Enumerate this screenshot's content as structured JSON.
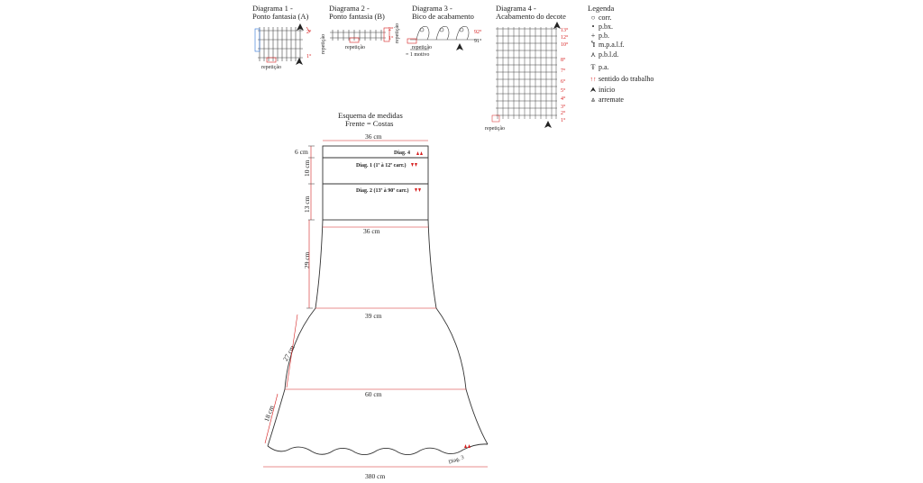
{
  "diagrams": [
    {
      "title": "Diagrama 1 -",
      "subtitle": "Ponto fantasia (A)",
      "repeat_label": "repetição",
      "marks": [
        "2°",
        "1°"
      ],
      "side_text": "repetição"
    },
    {
      "title": "Diagrama 2 -",
      "subtitle": "Ponto fantasia (B)",
      "repeat_label": "repetição",
      "marks": [
        "2°",
        "1°"
      ],
      "side_text": "repetição"
    },
    {
      "title": "Diagrama 3 -",
      "subtitle": "Bico de acabamento",
      "repeat_label": "repetição",
      "motif_label": "= 1 motivo",
      "marks": [
        "92°",
        "91°"
      ]
    },
    {
      "title": "Diagrama 4 -",
      "subtitle": "Acabamento do decote",
      "repeat_label": "repetição",
      "marks": [
        "13°",
        "12°",
        "10°",
        "8°",
        "7°",
        "6°",
        "5°",
        "4°",
        "3°",
        "2°",
        "1°"
      ]
    }
  ],
  "legend": {
    "title": "Legenda",
    "items": [
      {
        "symbol": "○",
        "label": "corr."
      },
      {
        "symbol": "•",
        "label": "p.bx."
      },
      {
        "symbol": "+",
        "label": "p.b."
      },
      {
        "symbol": "Ⴈ",
        "label": "m.p.a.l.f."
      },
      {
        "symbol": "⋏",
        "label": "p.b.l.d."
      },
      {
        "symbol": "Ŧ",
        "label": "p.a."
      },
      {
        "symbol": "↑↑",
        "label": "sentido do trabalho",
        "color": "#d62020"
      },
      {
        "symbol": "⮝",
        "label": "início"
      },
      {
        "symbol": "⩓",
        "label": "arremate"
      }
    ]
  },
  "schema": {
    "title": "Esquema de medidas",
    "subtitle": "Frente = Costas",
    "width_top": "36 cm",
    "width_waist": "36 cm",
    "width_hip": "39 cm",
    "width_knee": "60 cm",
    "width_hem": "380 cm",
    "heights": [
      "6 cm",
      "10 cm",
      "13 cm",
      "29 cm",
      "27 cm",
      "18 cm"
    ],
    "band_labels": [
      "Diag. 4",
      "Diag. 1 (1ª à 12ª carr.)",
      "Diag. 2 (13ª à 90ª carr.)"
    ],
    "hem_label": "Diag. 3"
  },
  "colors": {
    "line": "#333333",
    "accent": "#d62020",
    "blue": "#2a6fd6"
  }
}
